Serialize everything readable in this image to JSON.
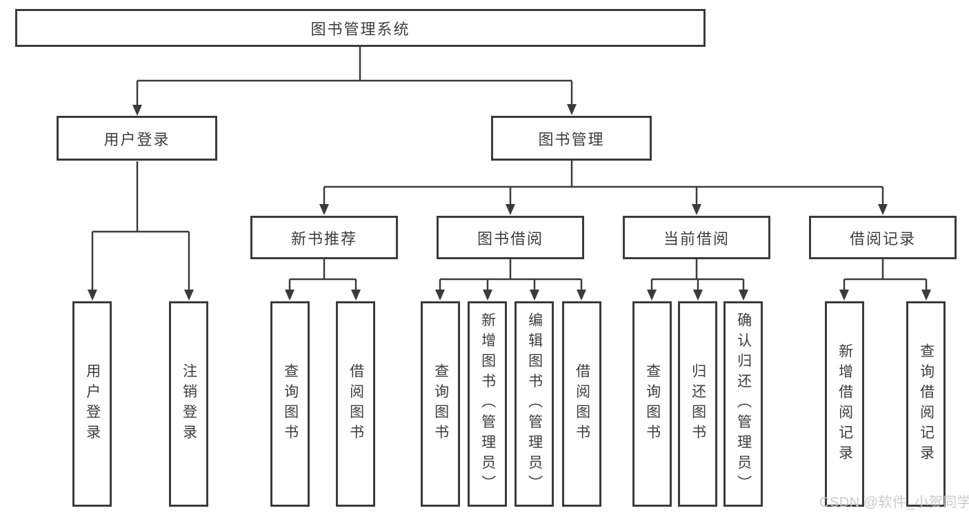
{
  "diagram_title": "图书管理系统",
  "watermark": {
    "text": "CSDN @软件_小贺同学",
    "color": "#c6c6c6"
  },
  "colors": {
    "line": "#3b3b3b",
    "text": "#3c3c3c",
    "box_background": "#ffffff"
  },
  "tree": {
    "label": "图书管理系统",
    "children": [
      {
        "label": "用户登录",
        "children": [
          {
            "label": "用户登录"
          },
          {
            "label": "注销登录"
          }
        ]
      },
      {
        "label": "图书管理",
        "children": [
          {
            "label": "新书推荐",
            "children": [
              {
                "label": "查询图书"
              },
              {
                "label": "借阅图书"
              }
            ]
          },
          {
            "label": "图书借阅",
            "children": [
              {
                "label": "查询图书"
              },
              {
                "label": "新增图书（管理员）"
              },
              {
                "label": "编辑图书（管理员）"
              },
              {
                "label": "借阅图书"
              }
            ]
          },
          {
            "label": "当前借阅",
            "children": [
              {
                "label": "查询图书"
              },
              {
                "label": "归还图书"
              },
              {
                "label": "确认归还（管理员）"
              }
            ]
          },
          {
            "label": "借阅记录",
            "children": [
              {
                "label": "新增借阅记录"
              },
              {
                "label": "查询借阅记录"
              }
            ]
          }
        ]
      }
    ]
  }
}
